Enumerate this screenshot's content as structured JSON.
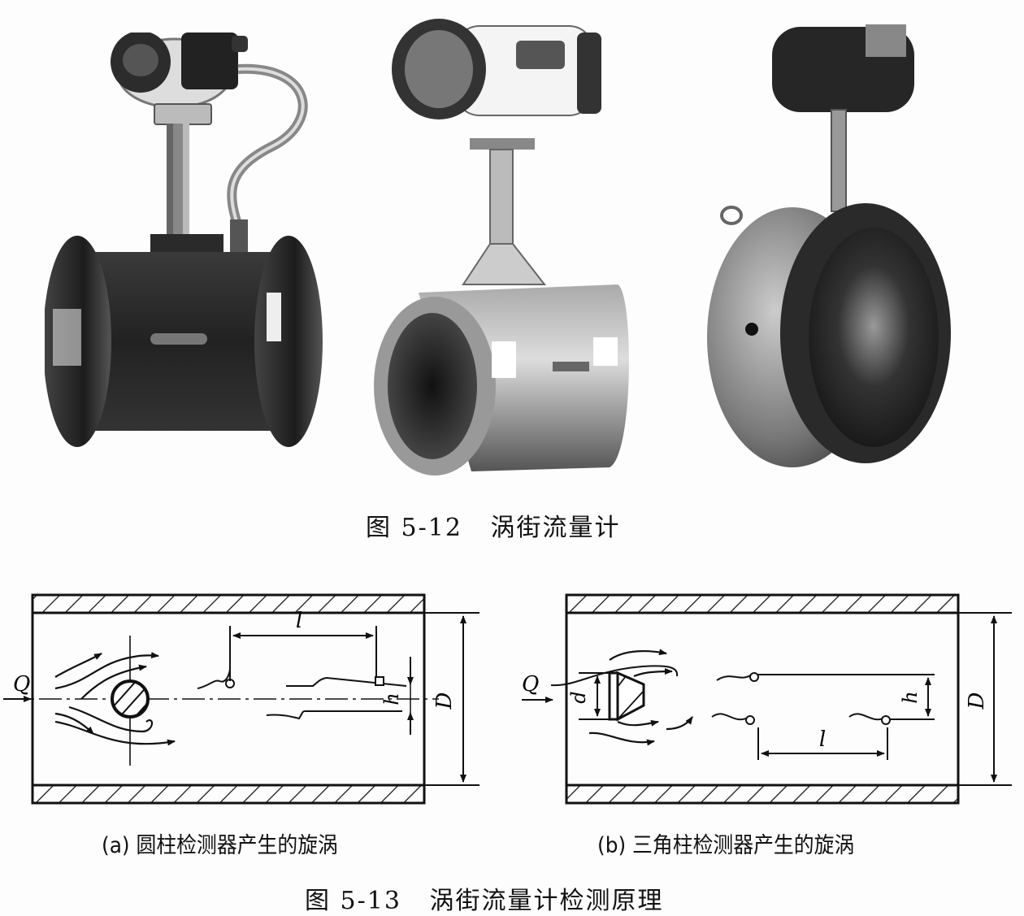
{
  "figure_5_12": {
    "caption": "图 5-12   涡街流量计",
    "photos": [
      {
        "name": "flanged-vortex-flowmeter-remote-transmitter"
      },
      {
        "name": "wafer-vortex-flowmeter-integral-transmitter"
      },
      {
        "name": "wafer-vortex-flowmeter-compact"
      }
    ]
  },
  "figure_5_13": {
    "caption": "图 5-13   涡街流量计检测原理",
    "panel_a": {
      "caption": "(a) 圆柱检测器产生的旋涡",
      "labels": {
        "flow": "Q",
        "spacing": "l",
        "offset": "h",
        "diameter": "D"
      }
    },
    "panel_b": {
      "caption": "(b) 三角柱检测器产生的旋涡",
      "labels": {
        "flow": "Q",
        "width": "d",
        "spacing": "l",
        "offset": "h",
        "diameter": "D"
      }
    }
  }
}
